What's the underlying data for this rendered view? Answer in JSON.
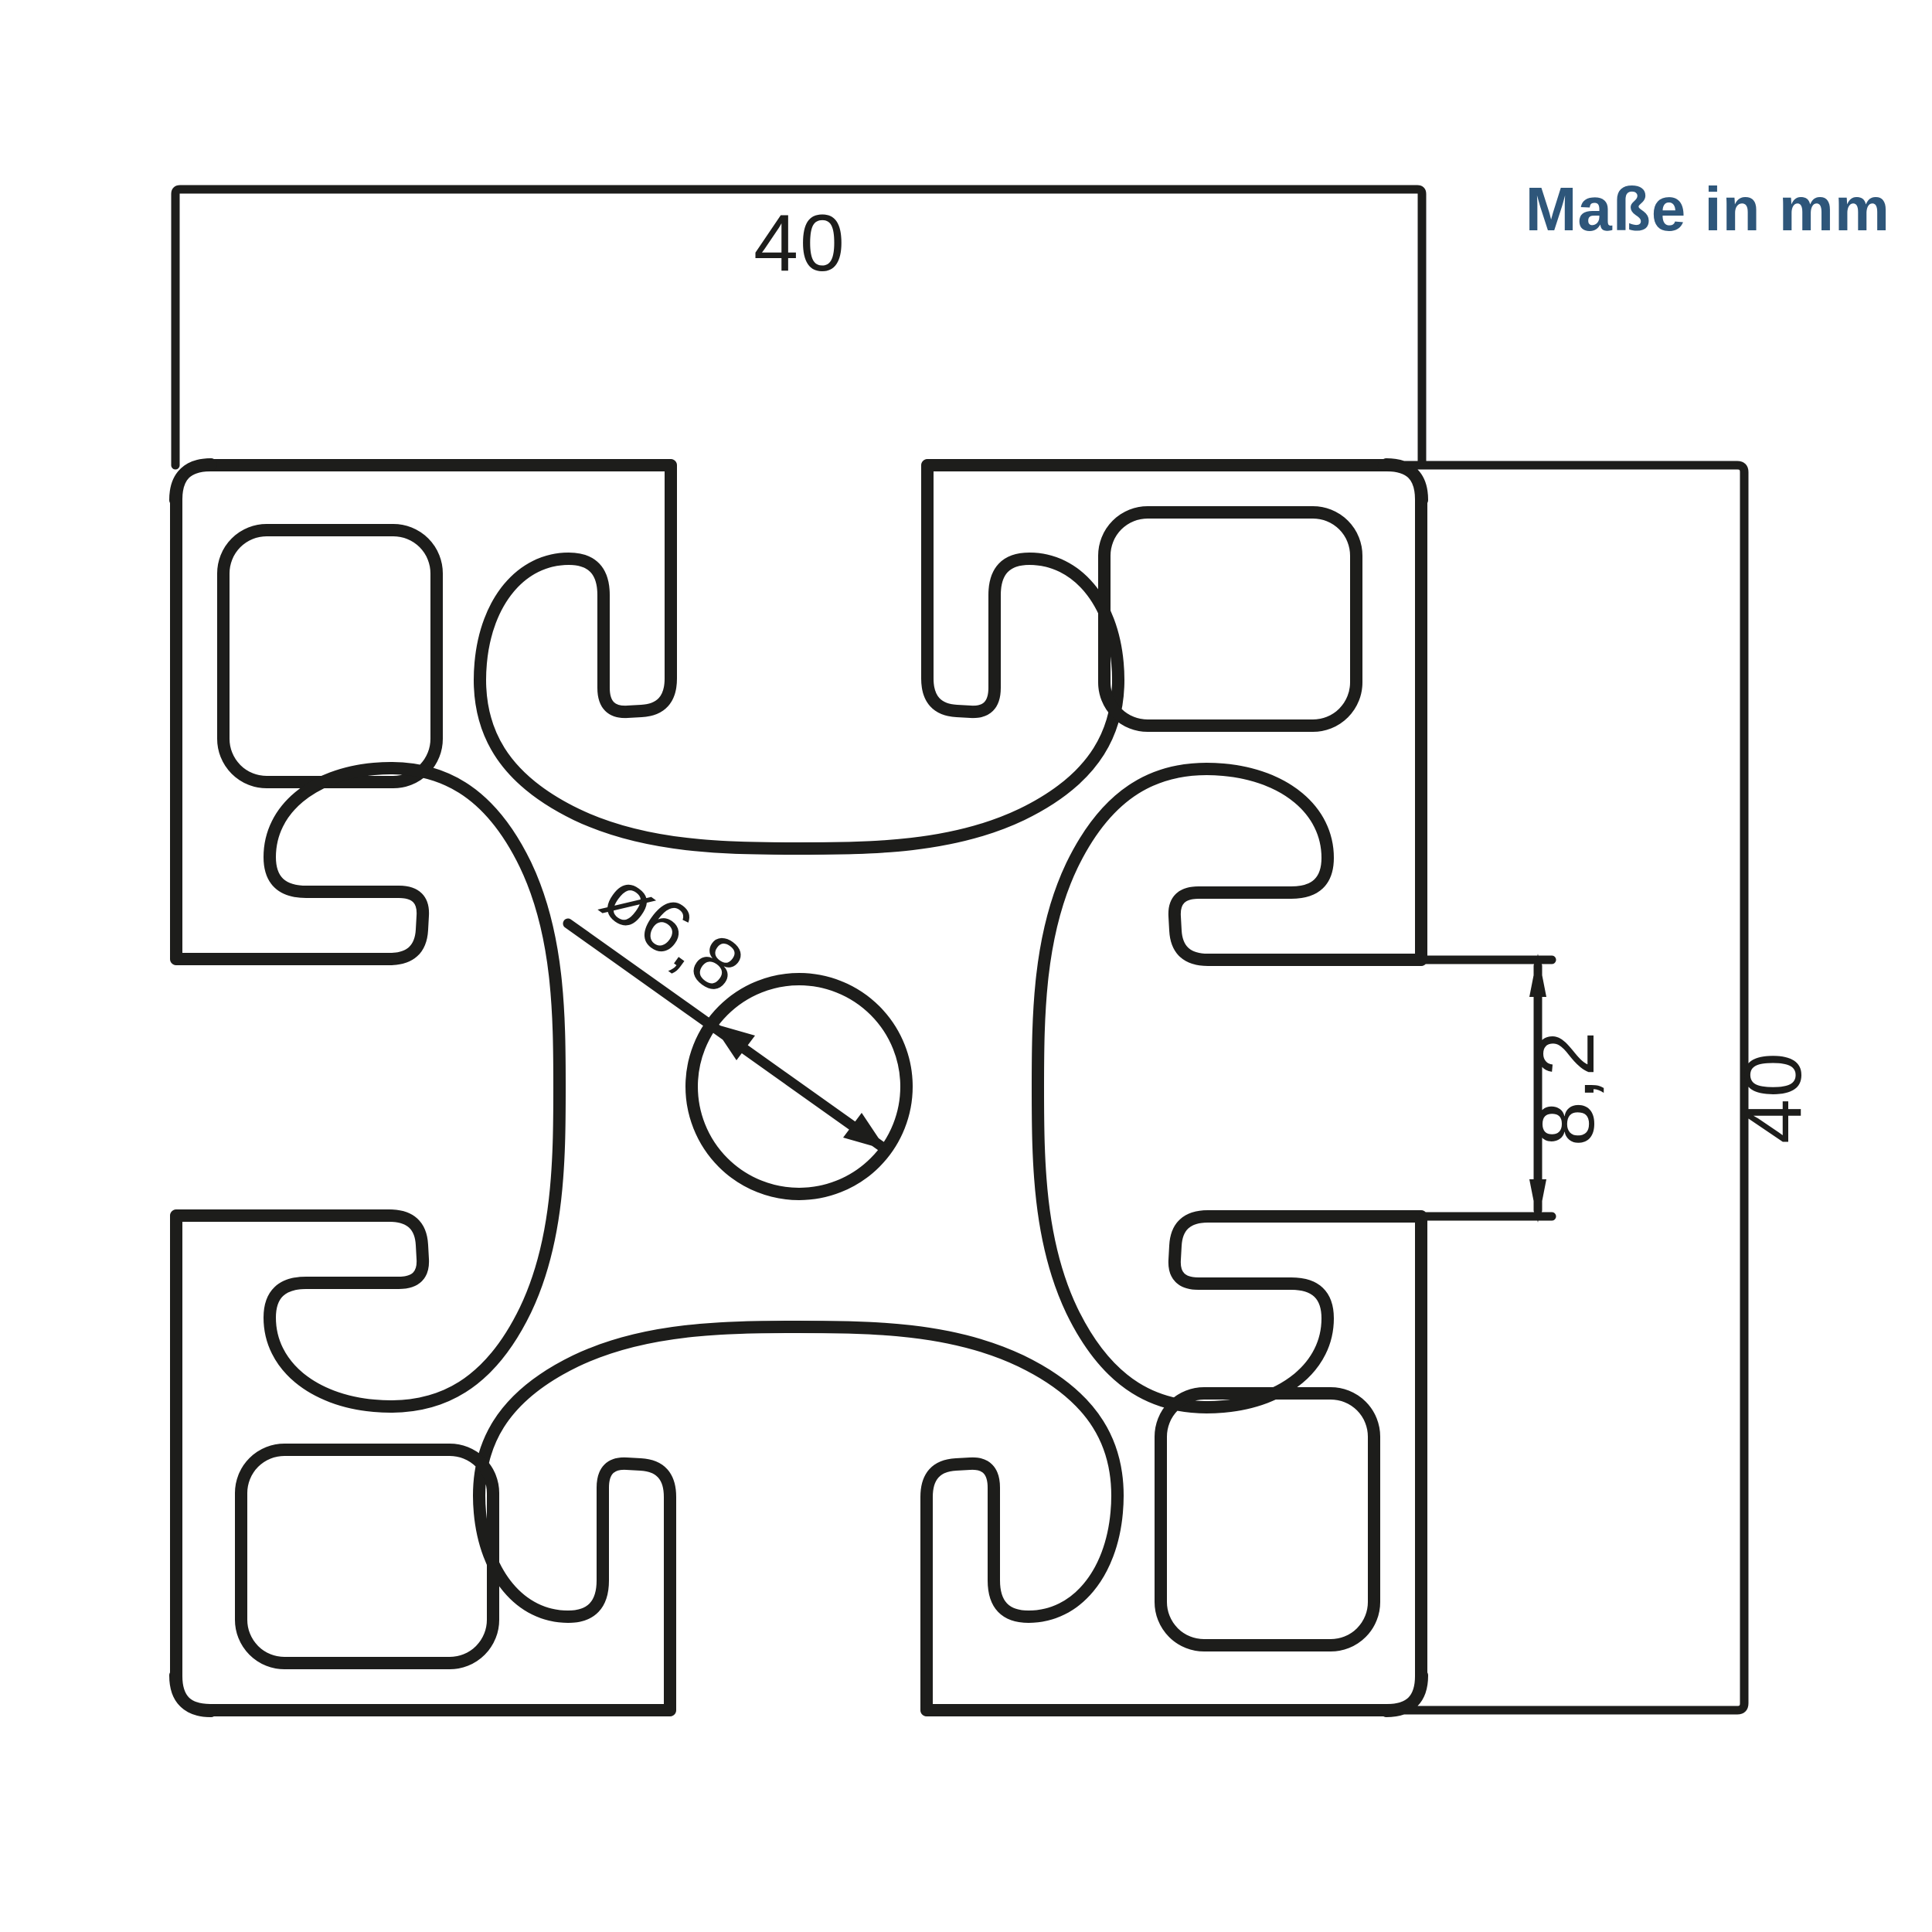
{
  "units_note": {
    "text": "Maße in mm",
    "color": "#2e567a"
  },
  "dimensions": {
    "width": {
      "value": "40",
      "orientation": "horizontal"
    },
    "height": {
      "value": "40",
      "orientation": "vertical"
    },
    "slot_opening": {
      "value": "8,2",
      "orientation": "vertical"
    },
    "center_hole_diameter": {
      "value": "ø6,8",
      "orientation": "diagonal"
    }
  },
  "drawing": {
    "line_color": "#1d1d1b",
    "background_color": "#ffffff"
  }
}
